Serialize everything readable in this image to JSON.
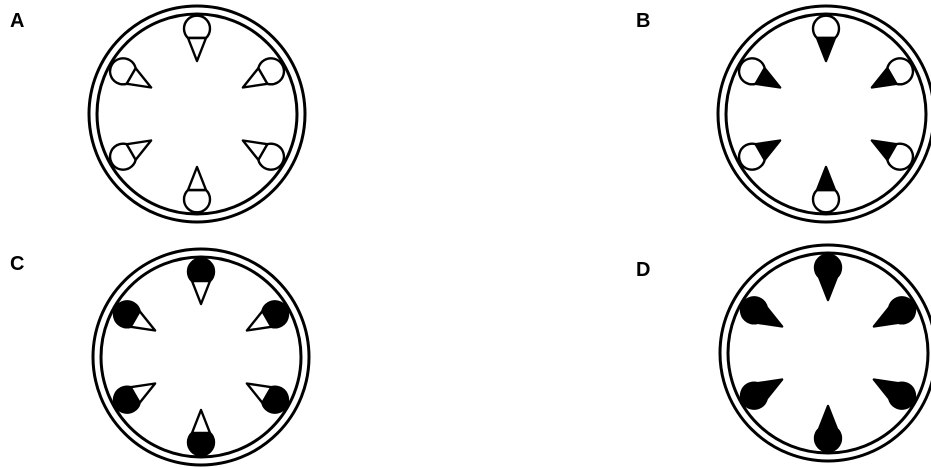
{
  "panels": [
    {
      "id": "A",
      "label": "A",
      "bundle_count": 6,
      "phloem_fill": "#ffffff",
      "xylem_fill": "#ffffff"
    },
    {
      "id": "B",
      "label": "B",
      "bundle_count": 6,
      "phloem_fill": "#ffffff",
      "xylem_fill": "#000000"
    },
    {
      "id": "C",
      "label": "C",
      "bundle_count": 6,
      "phloem_fill": "#000000",
      "xylem_fill": "#ffffff"
    },
    {
      "id": "D",
      "label": "D",
      "bundle_count": 6,
      "phloem_fill": "#000000",
      "xylem_fill": "#000000"
    }
  ],
  "colors": {
    "outline": "#000000",
    "background": "#ffffff"
  }
}
